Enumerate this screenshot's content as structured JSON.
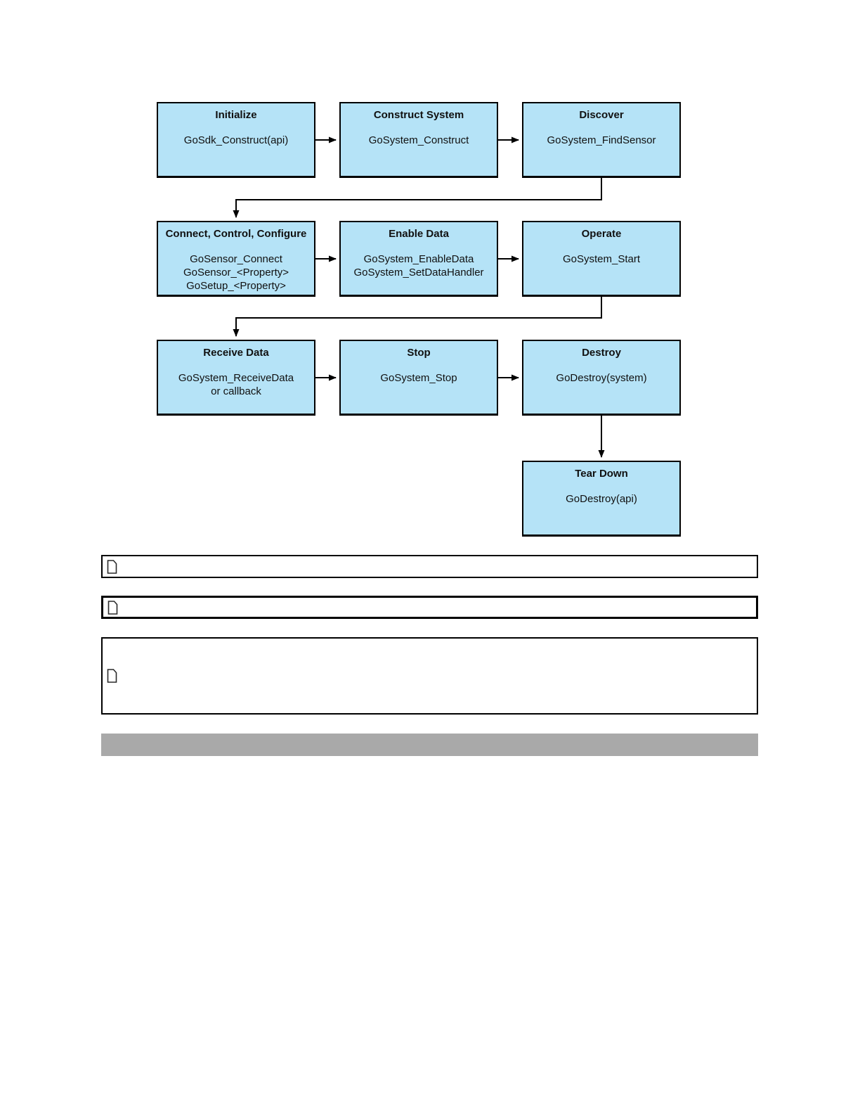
{
  "flowchart": {
    "colors": {
      "box_fill": "#B5E3F7",
      "box_border": "#000000",
      "arrow": "#000000"
    },
    "boxes": [
      {
        "id": "initialize",
        "title": "Initialize",
        "body": [
          "GoSdk_Construct(api)"
        ]
      },
      {
        "id": "construct-system",
        "title": "Construct System",
        "body": [
          "GoSystem_Construct"
        ]
      },
      {
        "id": "discover",
        "title": "Discover",
        "body": [
          "GoSystem_FindSensor"
        ]
      },
      {
        "id": "connect-control-configure",
        "title": "Connect, Control, Configure",
        "body": [
          "GoSensor_Connect",
          "GoSensor_<Property>",
          "GoSetup_<Property>"
        ]
      },
      {
        "id": "enable-data",
        "title": "Enable Data",
        "body": [
          "GoSystem_EnableData",
          "GoSystem_SetDataHandler"
        ]
      },
      {
        "id": "operate",
        "title": "Operate",
        "body": [
          "GoSystem_Start"
        ]
      },
      {
        "id": "receive-data",
        "title": "Receive Data",
        "body": [
          "GoSystem_ReceiveData",
          "or callback"
        ]
      },
      {
        "id": "stop",
        "title": "Stop",
        "body": [
          "GoSystem_Stop"
        ]
      },
      {
        "id": "destroy",
        "title": "Destroy",
        "body": [
          "GoDestroy(system)"
        ]
      },
      {
        "id": "tear-down",
        "title": "Tear Down",
        "body": [
          "GoDestroy(api)"
        ]
      }
    ],
    "connections": [
      "Initialize -> Construct System",
      "Construct System -> Discover",
      "Discover -> Connect, Control, Configure",
      "Connect, Control, Configure -> Enable Data",
      "Enable Data -> Operate",
      "Operate -> Receive Data",
      "Receive Data -> Stop",
      "Stop -> Destroy",
      "Destroy -> Tear Down"
    ]
  },
  "notes": [
    {
      "icon": "page-icon",
      "text": ""
    },
    {
      "icon": "page-icon",
      "text": ""
    },
    {
      "icon": "page-icon",
      "text": ""
    }
  ],
  "separator": {
    "color": "#A9A9A9"
  }
}
